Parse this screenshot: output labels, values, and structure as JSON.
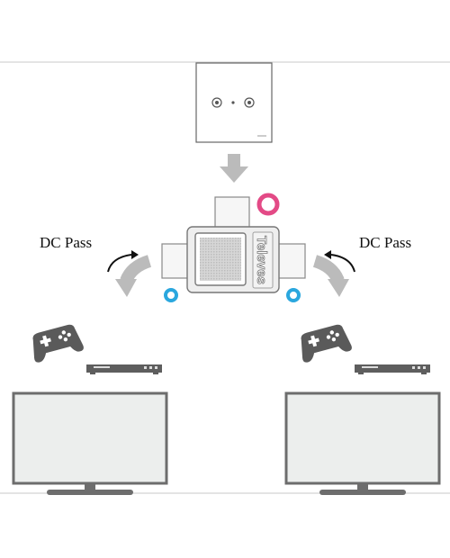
{
  "diagram": {
    "dc_pass_left": "DC Pass",
    "dc_pass_right": "DC Pass",
    "brand": "Televes",
    "colors": {
      "frame_line": "#c8c8c8",
      "arrow_gray": "#bbbbbb",
      "device_body": "#eeeeee",
      "device_stroke": "#777777",
      "output_marker": "#2aa7de",
      "input_marker": "#e34a86",
      "tv_fill": "#eceeed",
      "tv_stroke": "#6d6d6d",
      "gamepad": "#5a5a5a",
      "receiver": "#5e5e5e"
    },
    "icons": [
      "wall-socket-icon",
      "splitter-icon",
      "gamepad-icon",
      "receiver-icon",
      "tv-icon",
      "curved-arrow-icon",
      "down-arrow-icon"
    ]
  }
}
